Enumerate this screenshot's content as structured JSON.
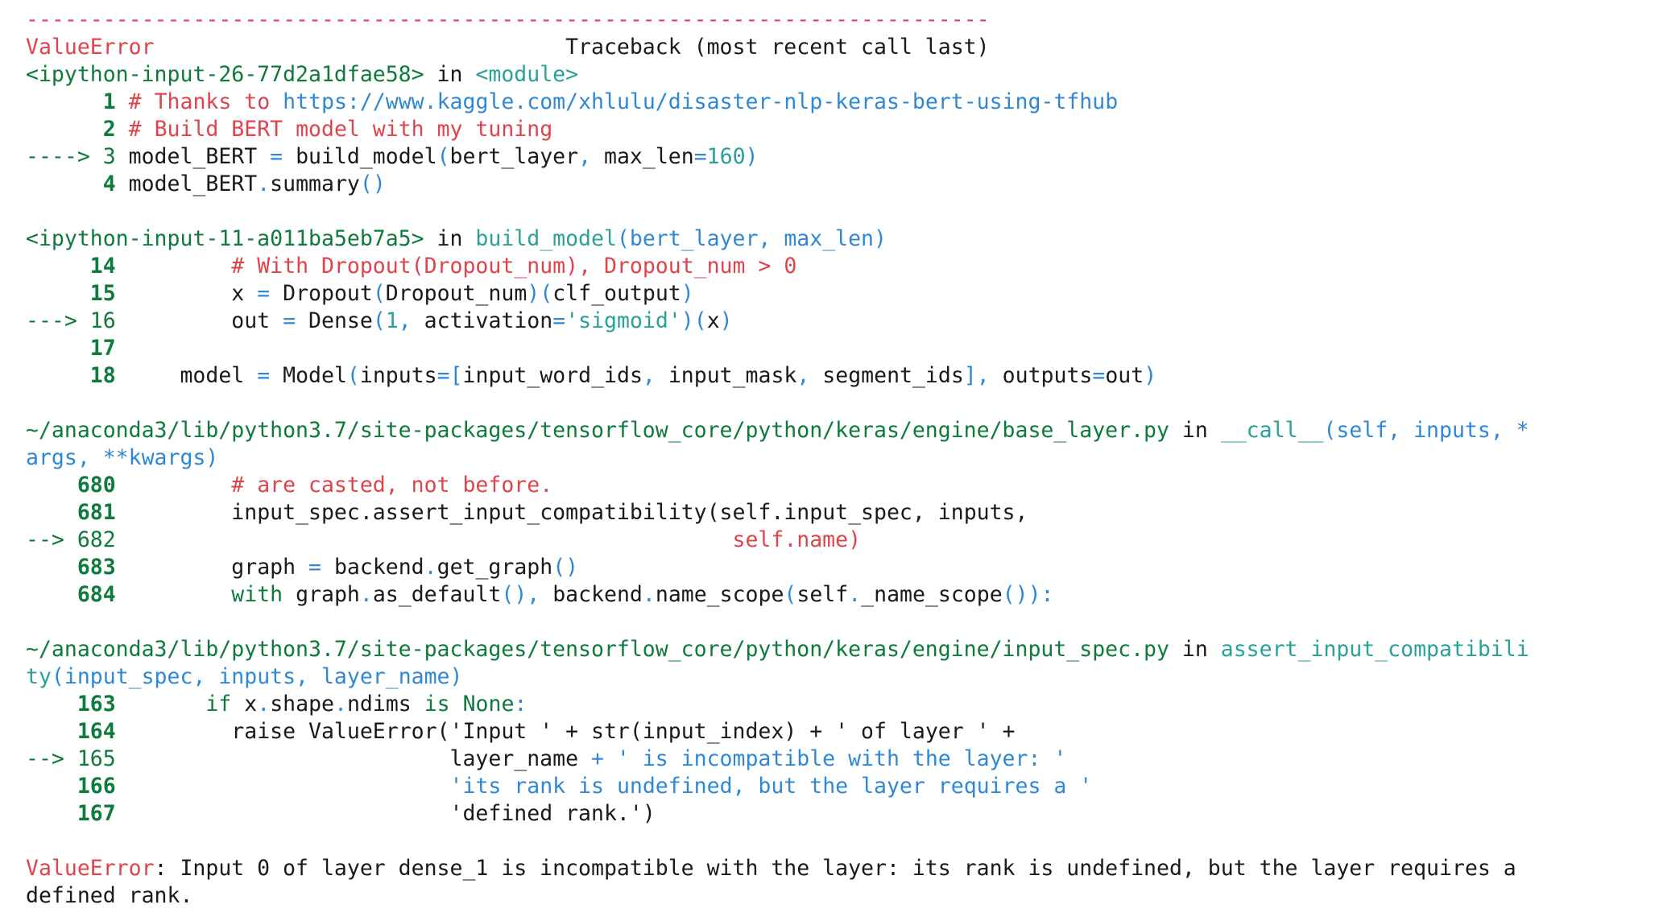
{
  "traceback": {
    "lines": [
      [
        {
          "t": "---------------------------------------------------------------------------",
          "c": "r"
        }
      ],
      [
        {
          "t": "ValueError",
          "c": "r"
        },
        {
          "t": "                                Traceback (most recent call last)",
          "c": "k"
        }
      ],
      [
        {
          "t": "<ipython-input-26-77d2a1dfae58>",
          "c": "g"
        },
        {
          "t": " in ",
          "c": "k"
        },
        {
          "t": "<module>",
          "c": "c"
        }
      ],
      [
        {
          "t": "      ",
          "c": "k"
        },
        {
          "t": "1",
          "c": "gb"
        },
        {
          "t": " ",
          "c": "k"
        },
        {
          "t": "# Thanks to ",
          "c": "r"
        },
        {
          "t": "https://www.kaggle.com/xhlulu/disaster-nlp-keras-bert-using-tfhub",
          "c": "b"
        }
      ],
      [
        {
          "t": "      ",
          "c": "k"
        },
        {
          "t": "2",
          "c": "gb"
        },
        {
          "t": " ",
          "c": "k"
        },
        {
          "t": "# Build BERT model with my tuning",
          "c": "r"
        }
      ],
      [
        {
          "t": "----> 3",
          "c": "g"
        },
        {
          "t": " model_BERT ",
          "c": "k"
        },
        {
          "t": "=",
          "c": "b"
        },
        {
          "t": " build_model",
          "c": "k"
        },
        {
          "t": "(",
          "c": "b"
        },
        {
          "t": "bert_layer",
          "c": "k"
        },
        {
          "t": ",",
          "c": "b"
        },
        {
          "t": " max_len",
          "c": "k"
        },
        {
          "t": "=",
          "c": "b"
        },
        {
          "t": "160",
          "c": "c"
        },
        {
          "t": ")",
          "c": "b"
        }
      ],
      [
        {
          "t": "      ",
          "c": "k"
        },
        {
          "t": "4",
          "c": "gb"
        },
        {
          "t": " model_BERT",
          "c": "k"
        },
        {
          "t": ".",
          "c": "b"
        },
        {
          "t": "summary",
          "c": "k"
        },
        {
          "t": "()",
          "c": "b"
        }
      ],
      [
        {
          "t": "",
          "c": "k"
        }
      ],
      [
        {
          "t": "<ipython-input-11-a011ba5eb7a5>",
          "c": "g"
        },
        {
          "t": " in ",
          "c": "k"
        },
        {
          "t": "build_model",
          "c": "c"
        },
        {
          "t": "(bert_layer, max_len)",
          "c": "b"
        }
      ],
      [
        {
          "t": "     ",
          "c": "k"
        },
        {
          "t": "14",
          "c": "gb"
        },
        {
          "t": "         ",
          "c": "k"
        },
        {
          "t": "# With Dropout(Dropout_num), Dropout_num > 0",
          "c": "r"
        }
      ],
      [
        {
          "t": "     ",
          "c": "k"
        },
        {
          "t": "15",
          "c": "gb"
        },
        {
          "t": "         x ",
          "c": "k"
        },
        {
          "t": "=",
          "c": "b"
        },
        {
          "t": " Dropout",
          "c": "k"
        },
        {
          "t": "(",
          "c": "b"
        },
        {
          "t": "Dropout_num",
          "c": "k"
        },
        {
          "t": ")(",
          "c": "b"
        },
        {
          "t": "clf_output",
          "c": "k"
        },
        {
          "t": ")",
          "c": "b"
        }
      ],
      [
        {
          "t": "---> 16",
          "c": "g"
        },
        {
          "t": "         out ",
          "c": "k"
        },
        {
          "t": "=",
          "c": "b"
        },
        {
          "t": " Dense",
          "c": "k"
        },
        {
          "t": "(",
          "c": "b"
        },
        {
          "t": "1",
          "c": "c"
        },
        {
          "t": ",",
          "c": "b"
        },
        {
          "t": " activation",
          "c": "k"
        },
        {
          "t": "=",
          "c": "b"
        },
        {
          "t": "'sigmoid'",
          "c": "c"
        },
        {
          "t": ")(",
          "c": "b"
        },
        {
          "t": "x",
          "c": "k"
        },
        {
          "t": ")",
          "c": "b"
        }
      ],
      [
        {
          "t": "     ",
          "c": "k"
        },
        {
          "t": "17",
          "c": "gb"
        }
      ],
      [
        {
          "t": "     ",
          "c": "k"
        },
        {
          "t": "18",
          "c": "gb"
        },
        {
          "t": "     model ",
          "c": "k"
        },
        {
          "t": "=",
          "c": "b"
        },
        {
          "t": " Model",
          "c": "k"
        },
        {
          "t": "(",
          "c": "b"
        },
        {
          "t": "inputs",
          "c": "k"
        },
        {
          "t": "=[",
          "c": "b"
        },
        {
          "t": "input_word_ids",
          "c": "k"
        },
        {
          "t": ",",
          "c": "b"
        },
        {
          "t": " input_mask",
          "c": "k"
        },
        {
          "t": ",",
          "c": "b"
        },
        {
          "t": " segment_ids",
          "c": "k"
        },
        {
          "t": "],",
          "c": "b"
        },
        {
          "t": " outputs",
          "c": "k"
        },
        {
          "t": "=",
          "c": "b"
        },
        {
          "t": "out",
          "c": "k"
        },
        {
          "t": ")",
          "c": "b"
        }
      ],
      [
        {
          "t": "",
          "c": "k"
        }
      ],
      [
        {
          "t": "~/anaconda3/lib/python3.7/site-packages/tensorflow_core/python/keras/engine/base_layer.py",
          "c": "g"
        },
        {
          "t": " in ",
          "c": "k"
        },
        {
          "t": "__call__",
          "c": "c"
        },
        {
          "t": "(self, inputs, *",
          "c": "b"
        }
      ],
      [
        {
          "t": "args, **kwargs)",
          "c": "b"
        }
      ],
      [
        {
          "t": "    ",
          "c": "k"
        },
        {
          "t": "680",
          "c": "gb"
        },
        {
          "t": "         ",
          "c": "k"
        },
        {
          "t": "# are casted, not before.",
          "c": "r"
        }
      ],
      [
        {
          "t": "    ",
          "c": "k"
        },
        {
          "t": "681",
          "c": "gb"
        },
        {
          "t": "         input_spec.assert_input_compatibility(self.input_spec, inputs,",
          "c": "k"
        }
      ],
      [
        {
          "t": "--> 682",
          "c": "g"
        },
        {
          "t": "                                                ",
          "c": "k"
        },
        {
          "t": "self.name)",
          "c": "r"
        }
      ],
      [
        {
          "t": "    ",
          "c": "k"
        },
        {
          "t": "683",
          "c": "gb"
        },
        {
          "t": "         graph ",
          "c": "k"
        },
        {
          "t": "=",
          "c": "b"
        },
        {
          "t": " backend",
          "c": "k"
        },
        {
          "t": ".",
          "c": "b"
        },
        {
          "t": "get_graph",
          "c": "k"
        },
        {
          "t": "()",
          "c": "b"
        }
      ],
      [
        {
          "t": "    ",
          "c": "k"
        },
        {
          "t": "684",
          "c": "gb"
        },
        {
          "t": "         ",
          "c": "k"
        },
        {
          "t": "with",
          "c": "g"
        },
        {
          "t": " graph",
          "c": "k"
        },
        {
          "t": ".",
          "c": "b"
        },
        {
          "t": "as_default",
          "c": "k"
        },
        {
          "t": "(),",
          "c": "b"
        },
        {
          "t": " backend",
          "c": "k"
        },
        {
          "t": ".",
          "c": "b"
        },
        {
          "t": "name_scope",
          "c": "k"
        },
        {
          "t": "(",
          "c": "b"
        },
        {
          "t": "self",
          "c": "k"
        },
        {
          "t": ".",
          "c": "b"
        },
        {
          "t": "_name_scope",
          "c": "k"
        },
        {
          "t": "()):",
          "c": "b"
        }
      ],
      [
        {
          "t": "",
          "c": "k"
        }
      ],
      [
        {
          "t": "~/anaconda3/lib/python3.7/site-packages/tensorflow_core/python/keras/engine/input_spec.py",
          "c": "g"
        },
        {
          "t": " in ",
          "c": "k"
        },
        {
          "t": "assert_input_compatibili",
          "c": "c"
        }
      ],
      [
        {
          "t": "ty",
          "c": "c"
        },
        {
          "t": "(input_spec, inputs, layer_name)",
          "c": "b"
        }
      ],
      [
        {
          "t": "    ",
          "c": "k"
        },
        {
          "t": "163",
          "c": "gb"
        },
        {
          "t": "       ",
          "c": "k"
        },
        {
          "t": "if",
          "c": "g"
        },
        {
          "t": " x",
          "c": "k"
        },
        {
          "t": ".",
          "c": "b"
        },
        {
          "t": "shape",
          "c": "k"
        },
        {
          "t": ".",
          "c": "b"
        },
        {
          "t": "ndims ",
          "c": "k"
        },
        {
          "t": "is",
          "c": "g"
        },
        {
          "t": " ",
          "c": "k"
        },
        {
          "t": "None",
          "c": "g"
        },
        {
          "t": ":",
          "c": "b"
        }
      ],
      [
        {
          "t": "    ",
          "c": "k"
        },
        {
          "t": "164",
          "c": "gb"
        },
        {
          "t": "         raise ValueError('Input ' + str(input_index) + ' of layer ' +",
          "c": "k"
        }
      ],
      [
        {
          "t": "--> 165",
          "c": "g"
        },
        {
          "t": "                          layer_name ",
          "c": "k"
        },
        {
          "t": "+ ' is incompatible with the layer: '",
          "c": "b"
        }
      ],
      [
        {
          "t": "    ",
          "c": "k"
        },
        {
          "t": "166",
          "c": "gb"
        },
        {
          "t": "                          ",
          "c": "k"
        },
        {
          "t": "'its rank is undefined, but the layer requires a '",
          "c": "b"
        }
      ],
      [
        {
          "t": "    ",
          "c": "k"
        },
        {
          "t": "167",
          "c": "gb"
        },
        {
          "t": "                          'defined rank.')",
          "c": "k"
        }
      ],
      [
        {
          "t": "",
          "c": "k"
        }
      ],
      [
        {
          "t": "ValueError",
          "c": "r"
        },
        {
          "t": ": Input 0 of layer dense_1 is incompatible with the layer: its rank is undefined, but the layer requires a",
          "c": "k"
        }
      ],
      [
        {
          "t": "defined rank.",
          "c": "k"
        }
      ]
    ]
  }
}
